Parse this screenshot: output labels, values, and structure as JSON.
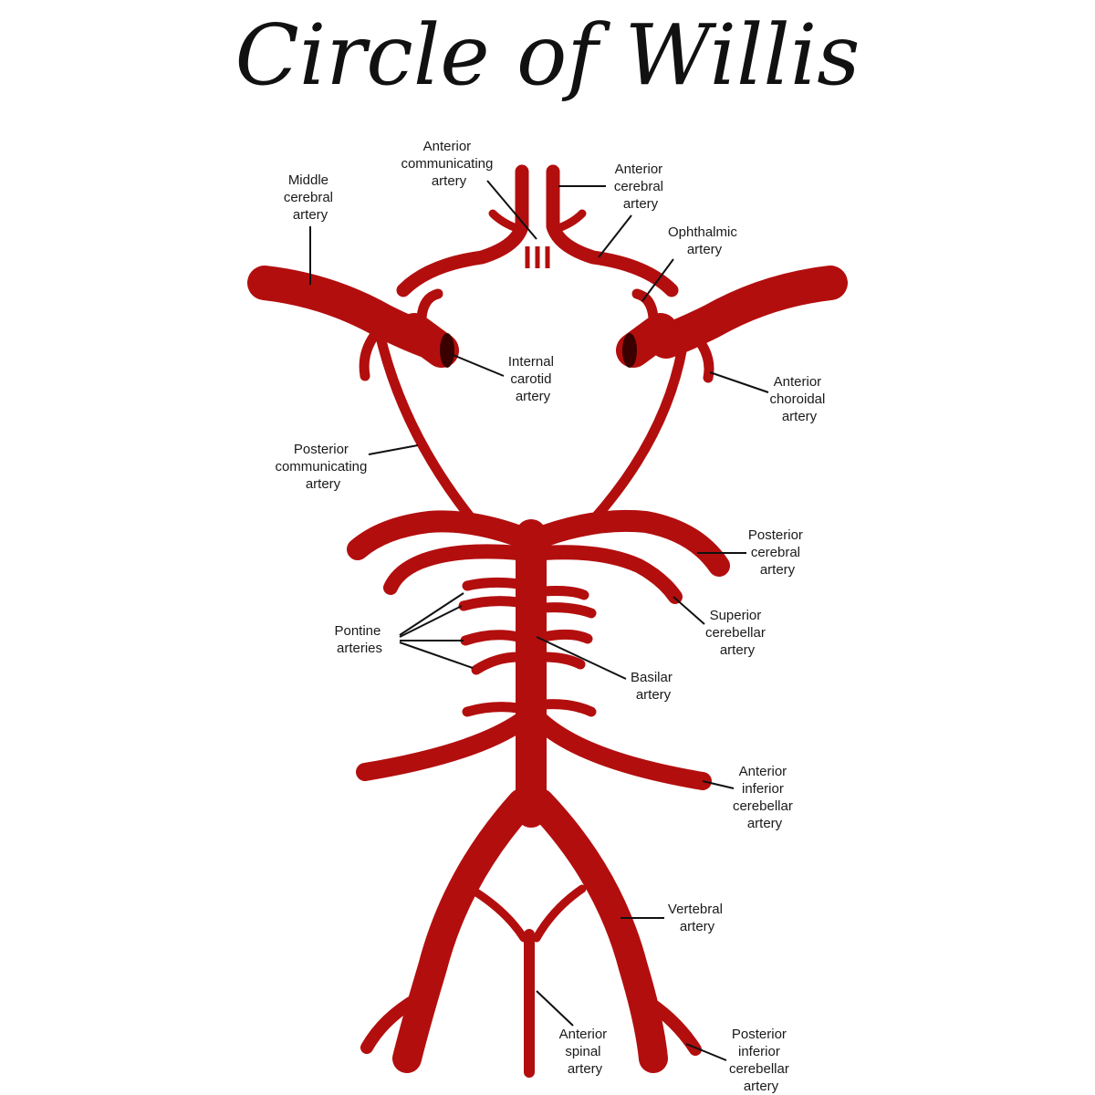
{
  "title": "Circle of Willis",
  "colors": {
    "artery": "#b30e0e",
    "lumen": "#3a0000",
    "leader": "#111111",
    "background": "#ffffff"
  },
  "labels": {
    "middle_cerebral": [
      "Middle",
      "cerebral",
      "artery"
    ],
    "anterior_communicating": [
      "Anterior",
      "communicating",
      "artery"
    ],
    "anterior_cerebral": [
      "Anterior",
      "cerebral",
      "artery"
    ],
    "ophthalmic": [
      "Ophthalmic",
      "artery"
    ],
    "internal_carotid": [
      "Internal",
      "carotid",
      "artery"
    ],
    "anterior_choroidal": [
      "Anterior",
      "choroidal",
      "artery"
    ],
    "posterior_communicating": [
      "Posterior",
      "communicating",
      "artery"
    ],
    "posterior_cerebral": [
      "Posterior",
      "cerebral",
      "artery"
    ],
    "superior_cerebellar": [
      "Superior",
      "cerebellar",
      "artery"
    ],
    "pontine": [
      "Pontine",
      "arteries"
    ],
    "basilar": [
      "Basilar",
      "artery"
    ],
    "anterior_inferior_cerebellar": [
      "Anterior",
      "inferior",
      "cerebellar",
      "artery"
    ],
    "vertebral": [
      "Vertebral",
      "artery"
    ],
    "anterior_spinal": [
      "Anterior",
      "spinal",
      "artery"
    ],
    "posterior_inferior_cerebellar": [
      "Posterior",
      "inferior",
      "cerebellar",
      "artery"
    ]
  }
}
